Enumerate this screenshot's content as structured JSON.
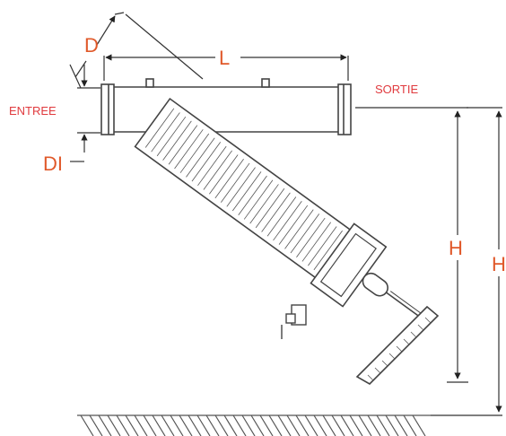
{
  "labels": {
    "entree": "ENTREE",
    "sortie": "SORTIE",
    "d": "D",
    "l": "L",
    "di": "DI",
    "h1": "H",
    "h2": "H"
  },
  "colors": {
    "line": "#444444",
    "hatch": "#555555",
    "dim": "#333333",
    "label_red": "#e03a3e",
    "label_orange": "#e0592a"
  }
}
